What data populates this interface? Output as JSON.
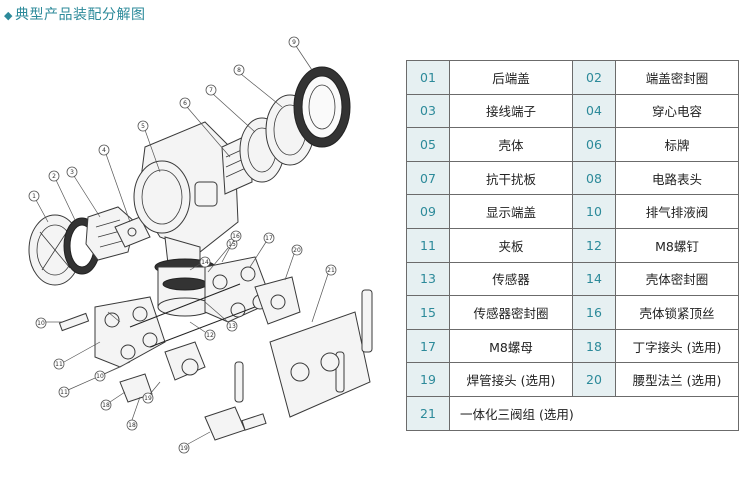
{
  "title": "典型产品装配分解图",
  "title_bullet": "◆",
  "parts": [
    {
      "num": "01",
      "name": "后端盖"
    },
    {
      "num": "02",
      "name": "端盖密封圈"
    },
    {
      "num": "03",
      "name": "接线端子"
    },
    {
      "num": "04",
      "name": "穿心电容"
    },
    {
      "num": "05",
      "name": "壳体"
    },
    {
      "num": "06",
      "name": "标牌"
    },
    {
      "num": "07",
      "name": "抗干扰板"
    },
    {
      "num": "08",
      "name": "电路表头"
    },
    {
      "num": "09",
      "name": "显示端盖"
    },
    {
      "num": "10",
      "name": "排气排液阀"
    },
    {
      "num": "11",
      "name": "夹板"
    },
    {
      "num": "12",
      "name": "M8螺钉"
    },
    {
      "num": "13",
      "name": "传感器"
    },
    {
      "num": "14",
      "name": "壳体密封圈"
    },
    {
      "num": "15",
      "name": "传感器密封圈"
    },
    {
      "num": "16",
      "name": "壳体锁紧顶丝"
    },
    {
      "num": "17",
      "name": "M8螺母"
    },
    {
      "num": "18",
      "name": "丁字接头 (选用)"
    },
    {
      "num": "19",
      "name": "焊管接头 (选用)"
    },
    {
      "num": "20",
      "name": "腰型法兰 (选用)"
    },
    {
      "num": "21",
      "name": "一体化三阀组 (选用)"
    }
  ],
  "callouts": [
    "1",
    "2",
    "3",
    "4",
    "5",
    "6",
    "7",
    "8",
    "9",
    "10",
    "11",
    "12",
    "13",
    "14",
    "15",
    "16",
    "17",
    "18",
    "19",
    "20",
    "21",
    "10",
    "11",
    "18",
    "19"
  ]
}
